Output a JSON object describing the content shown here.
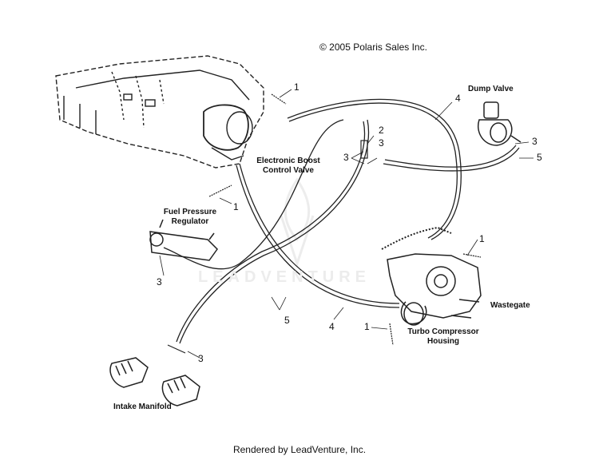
{
  "copyright": "© 2005 Polaris Sales Inc.",
  "footer": "Rendered by LeadVenture, Inc.",
  "watermark": "LEADVENTURE",
  "labels": {
    "dump_valve": "Dump Valve",
    "boost_valve_1": "Electronic Boost",
    "boost_valve_2": "Control Valve",
    "fuel_reg_1": "Fuel Pressure",
    "fuel_reg_2": "Regulator",
    "wastegate": "Wastegate",
    "turbo_1": "Turbo Compressor",
    "turbo_2": "Housing",
    "intake": "Intake Manifold"
  },
  "callouts": {
    "c1_top": "1",
    "c1_mid": "1",
    "c1_right": "1",
    "c1_bottom": "1",
    "c2": "2",
    "c3_left": "3",
    "c3_right": "3",
    "c3_dump": "3",
    "c3_reg": "3",
    "c3_bottom": "3",
    "c4_top": "4",
    "c4_bottom": "4",
    "c5_dump": "5",
    "c5_bottom": "5"
  }
}
